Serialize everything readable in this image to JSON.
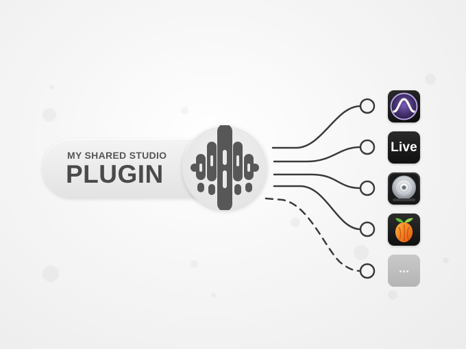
{
  "plugin": {
    "subtitle": "MY SHARED STUDIO",
    "title": "PLUGIN"
  },
  "destinations": [
    {
      "icon": "pro-tools-icon",
      "label": "",
      "connection": "solid"
    },
    {
      "icon": "ableton-live-icon",
      "label": "Live",
      "connection": "solid"
    },
    {
      "icon": "logic-pro-icon",
      "label": "",
      "connection": "solid"
    },
    {
      "icon": "fl-studio-icon",
      "label": "",
      "connection": "solid"
    },
    {
      "icon": "more-icon",
      "label": "...",
      "connection": "dashed"
    }
  ],
  "colors": {
    "background": "#f3f3f3",
    "line": "#3a3a3a",
    "logo": "#555555",
    "more_tile": "#bdbdbd"
  }
}
